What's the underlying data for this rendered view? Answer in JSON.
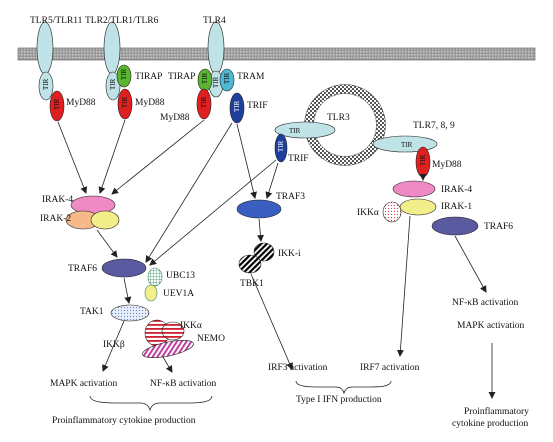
{
  "receptors": {
    "tlr5_tlr11": "TLR5/TLR11",
    "tlr2_tlr1_tlr6": "TLR2/TLR1/TLR6",
    "tlr4": "TLR4",
    "tlr3": "TLR3",
    "tlr7_8_9": "TLR7, 8, 9"
  },
  "domain_label": "TIR",
  "adaptors": {
    "myd88": "MyD88",
    "tirap": "TIRAP",
    "tram": "TRAM",
    "trif": "TRIF"
  },
  "kinases": {
    "irak4": "IRAK-4",
    "irak2": "IRAK-2",
    "irak1": "IRAK-1",
    "traf6": "TRAF6",
    "traf3": "TRAF3",
    "ubc13": "UBC13",
    "uev1a": "UEV1A",
    "tak1": "TAK1",
    "ikka": "IKKα",
    "ikkb": "IKKβ",
    "nemo": "NEMO",
    "ikki": "IKK-i",
    "tbk1": "TBK1"
  },
  "outputs": {
    "mapk_activation": "MAPK activation",
    "nfkb_activation": "NF-κB activation",
    "proinflammatory_production": "Proinflammatory cytokine production",
    "irf3_activation": "IRF3 activation",
    "irf7_activation": "IRF7 activation",
    "type1_ifn": "Type I IFN production",
    "right_nfkb": "NF-κB activation",
    "right_mapk": "MAPK activation",
    "right_proinflammatory_line1": "Proinflammatory",
    "right_proinflammatory_line2": "cytokine production"
  },
  "colors": {
    "membrane": "#a8a8a8",
    "tlr": "#bfe3e6",
    "myd88": "#e02020",
    "tirap": "#5ab52e",
    "tram": "#4fb8d4",
    "trif": "#1f3f9e",
    "irak4": "#f08ac4",
    "irak2": "#f5b98a",
    "irak1": "#f2ef8a",
    "traf6": "#5a5aa0",
    "traf3": "#3a5fc0",
    "tak1": "#c8d4ee"
  }
}
